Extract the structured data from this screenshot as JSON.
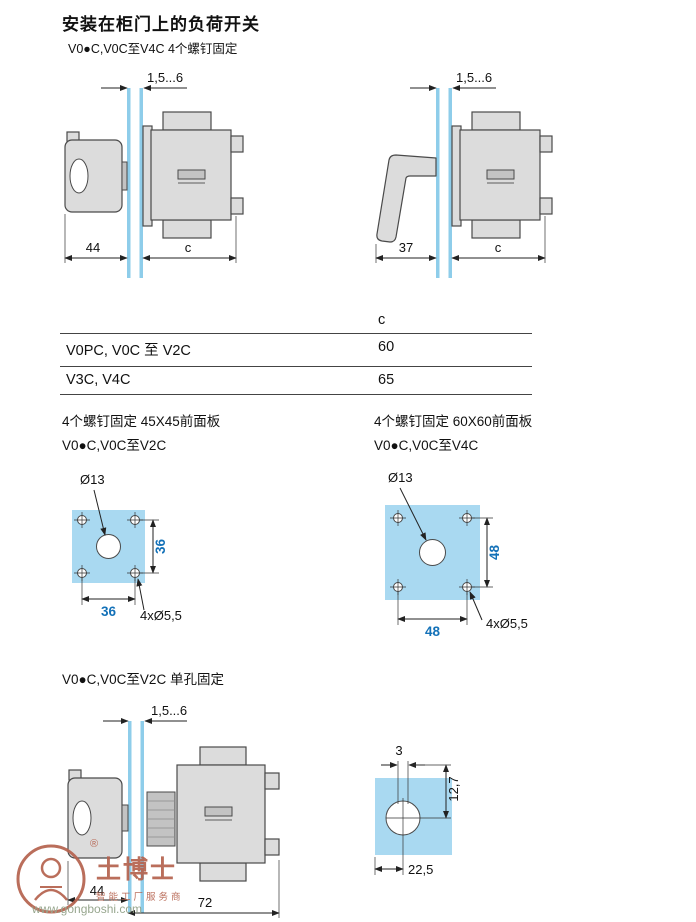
{
  "page": {
    "title": "安装在柜门上的负荷开关",
    "subtitle": "V0●C,V0C至V4C  4个螺钉固定"
  },
  "top_drawings": {
    "left": {
      "dim_gap": "1,5...6",
      "dim_depth": "44",
      "dim_width": "c"
    },
    "right": {
      "dim_gap": "1,5...6",
      "dim_depth": "37",
      "dim_width": "c"
    }
  },
  "table": {
    "col_header": "c",
    "rows": [
      {
        "label": "V0PC, V0C 至 V2C",
        "value": "60"
      },
      {
        "label": "V3C, V4C",
        "value": "65"
      }
    ]
  },
  "panel_45": {
    "title": "4个螺钉固定 45X45前面板",
    "subtitle": "V0●C,V0C至V2C",
    "center_hole": "Ø13",
    "dim_vertical": "36",
    "dim_horizontal": "36",
    "screw_holes": "4xØ5,5"
  },
  "panel_60": {
    "title": "4个螺钉固定 60X60前面板",
    "subtitle": "V0●C,V0C至V4C",
    "center_hole": "Ø13",
    "dim_vertical": "48",
    "dim_horizontal": "48",
    "screw_holes": "4xØ5,5"
  },
  "single_hole": {
    "label": "V0●C,V0C至V2C  单孔固定",
    "drawing": {
      "dim_gap": "1,5...6",
      "dim_depth": "44",
      "dim_width": "72"
    },
    "hole_panel": {
      "dim_flat": "3",
      "dim_top": "12,7",
      "dim_side": "22,5"
    }
  },
  "watermark": {
    "brand": "土博士",
    "registered": "®",
    "tagline": "智能工厂服务商",
    "url": "www.gongboshi.com"
  },
  "colors": {
    "panel_blue": "#a9d9f1",
    "door_blue": "#8ecdea",
    "dim_blue": "#1371b8",
    "watermark_red": "#b5624e"
  }
}
